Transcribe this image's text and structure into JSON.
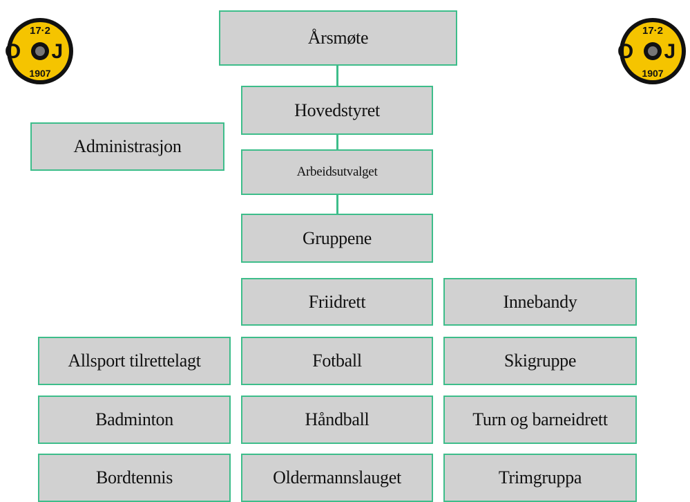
{
  "logo": {
    "text_top": "17·2",
    "letters": "O J",
    "text_bottom": "1907"
  },
  "boxes": {
    "arsmote": "Årsmøte",
    "hovedstyret": "Hovedstyret",
    "administrasjon": "Administrasjon",
    "arbeidsutvalget": "Arbeidsutvalget",
    "gruppene": "Gruppene",
    "friidrett": "Friidrett",
    "innebandy": "Innebandy",
    "allsport": "Allsport  tilrettelagt",
    "fotball": "Fotball",
    "skigruppe": "Skigruppe",
    "badminton": "Badminton",
    "handball": "Håndball",
    "turn": "Turn  og barneidrett",
    "bordtennis": "Bordtennis",
    "oldermannslauget": "Oldermannslauget",
    "trimgruppa": "Trimgruppa"
  },
  "colors": {
    "box_fill": "#d1d1d1",
    "box_border": "#3dbd8a",
    "logo_yellow": "#f5c400",
    "logo_black": "#111111"
  }
}
